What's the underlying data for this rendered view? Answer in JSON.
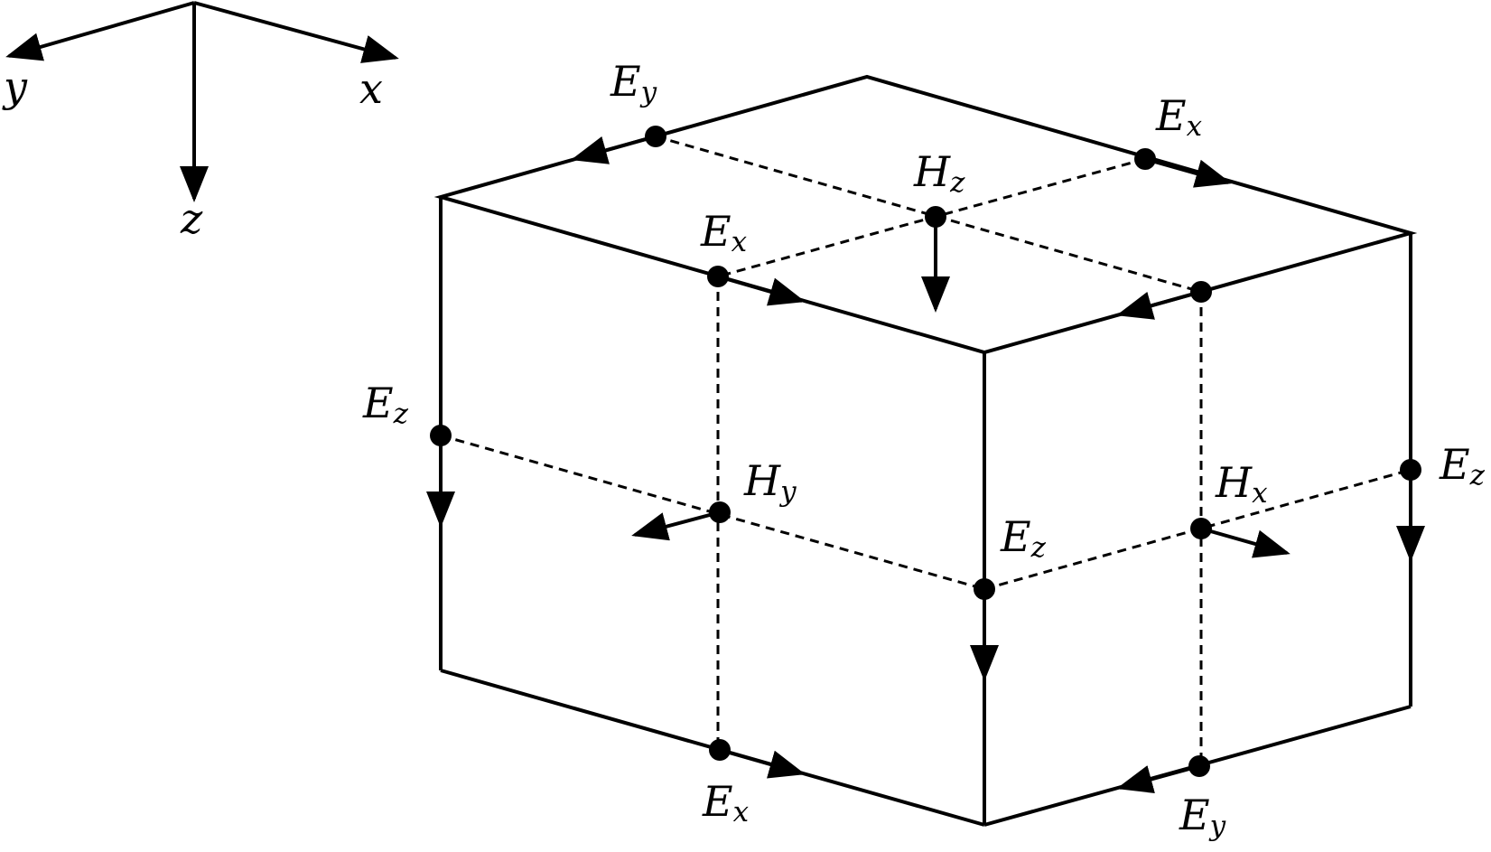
{
  "colors": {
    "ink": "#000000",
    "background": "#ffffff"
  },
  "axes": {
    "x": "x",
    "y": "y",
    "z": "z"
  },
  "labels": {
    "ey_top": {
      "main": "E",
      "sub": "y"
    },
    "ex_top": {
      "main": "E",
      "sub": "x"
    },
    "hz": {
      "main": "H",
      "sub": "z"
    },
    "ex_mid": {
      "main": "E",
      "sub": "x"
    },
    "ez_left": {
      "main": "E",
      "sub": "z"
    },
    "hy": {
      "main": "H",
      "sub": "y"
    },
    "hx": {
      "main": "H",
      "sub": "x"
    },
    "ez_center": {
      "main": "E",
      "sub": "z"
    },
    "ez_right": {
      "main": "E",
      "sub": "z"
    },
    "ex_bottom": {
      "main": "E",
      "sub": "x"
    },
    "ey_bottom": {
      "main": "E",
      "sub": "y"
    }
  }
}
